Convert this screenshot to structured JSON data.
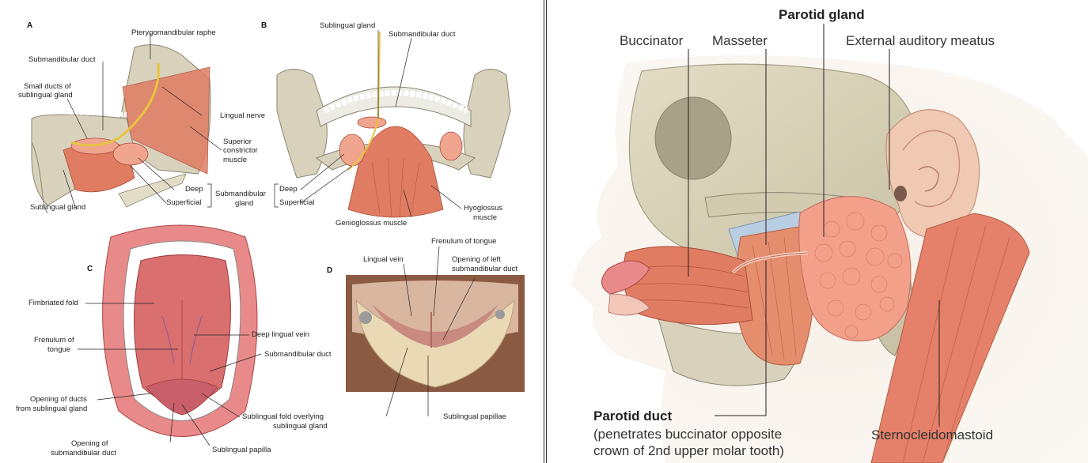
{
  "left": {
    "panels": [
      "A",
      "B",
      "C",
      "D"
    ],
    "a": {
      "pterygomandibular_raphe": "Pterygomandibular raphe",
      "submandibular_duct": "Submandibular duct",
      "small_ducts_1": "Small ducts of",
      "small_ducts_2": "sublingual gland",
      "lingual_nerve": "Lingual nerve",
      "superior_1": "Superior",
      "superior_2": "constrictor",
      "superior_3": "muscle",
      "deep": "Deep",
      "superficial": "Superficial",
      "submandibular_gland_1": "Submandibular",
      "submandibular_gland_2": "gland",
      "sublingual_gland": "Sublingual gland"
    },
    "b": {
      "sublingual_gland": "Sublingual gland",
      "submandibular_duct": "Submandibular duct",
      "deep": "Deep",
      "superficial": "Superficial",
      "genioglossus": "Genioglossus muscle",
      "hyoglossus_1": "Hyoglossus",
      "hyoglossus_2": "muscle"
    },
    "c": {
      "fimbriated_fold": "Fimbriated fold",
      "frenulum_1": "Frenulum of",
      "frenulum_2": "tongue",
      "deep_lingual_vein": "Deep lingual vein",
      "submandibular_duct": "Submandibular duct",
      "opening_ducts_1": "Opening of ducts",
      "opening_ducts_2": "from sublingual gland",
      "sublingual_fold_1": "Sublingual fold overlying",
      "sublingual_fold_2": "sublingual gland",
      "opening_sub_1": "Opening of",
      "opening_sub_2": "submandibular duct",
      "sublingual_papilla": "Sublingual papilla"
    },
    "d": {
      "frenulum_of_tongue": "Frenulum of tongue",
      "lingual_vein": "Lingual vein",
      "opening_left_1": "Opening of left",
      "opening_left_2": "submandibular duct",
      "sublingual_papillae": "Sublingual papillae"
    }
  },
  "right": {
    "parotid_gland": "Parotid gland",
    "buccinator": "Buccinator",
    "masseter": "Masseter",
    "external_auditory_meatus": "External auditory meatus",
    "parotid_duct": "Parotid duct",
    "parotid_duct_note_1": "(penetrates buccinator opposite",
    "parotid_duct_note_2": "crown of 2nd upper molar tooth)",
    "sternocleidomastoid": "Sternocleidomastoid"
  },
  "colors": {
    "bone": "#d8d2bd",
    "muscle": "#e07c62",
    "gland": "#f0a58f",
    "nerve": "#e8c440",
    "lip": "#e98a8a",
    "tongue": "#d96f6f",
    "skin": "#f4ece4"
  }
}
